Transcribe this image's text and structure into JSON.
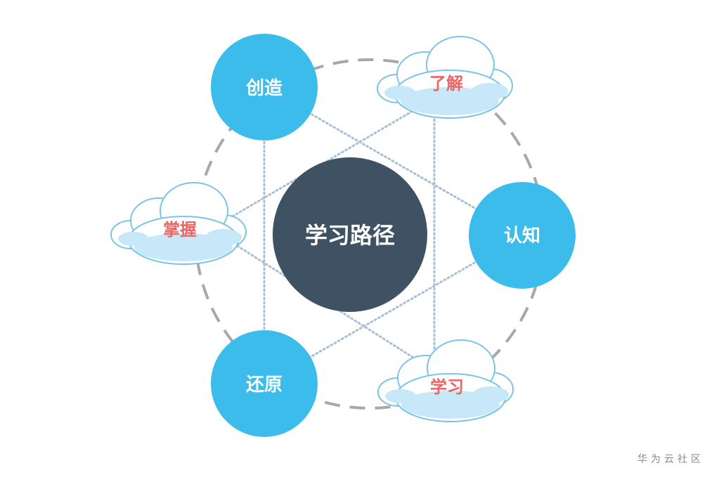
{
  "diagram": {
    "center": {
      "label": "学习路径",
      "color": "#3f5263"
    },
    "nodes": [
      {
        "id": "create",
        "label": "创造",
        "kind": "circle"
      },
      {
        "id": "understand",
        "label": "了解",
        "kind": "cloud"
      },
      {
        "id": "cognize",
        "label": "认知",
        "kind": "circle"
      },
      {
        "id": "learn",
        "label": "学习",
        "kind": "cloud"
      },
      {
        "id": "restore",
        "label": "还原",
        "kind": "circle"
      },
      {
        "id": "master",
        "label": "掌握",
        "kind": "cloud"
      }
    ],
    "colors": {
      "circle_fill": "#3bbceb",
      "circle_text": "#ffffff",
      "cloud_fill": "#ffffff",
      "cloud_shade": "#c7e8f8",
      "cloud_stroke": "#7cc4e6",
      "cloud_text": "#ee6464",
      "ring_stroke": "#a8a8a8",
      "link_stroke": "#a9bfd8"
    }
  },
  "watermark": "华为云社区"
}
